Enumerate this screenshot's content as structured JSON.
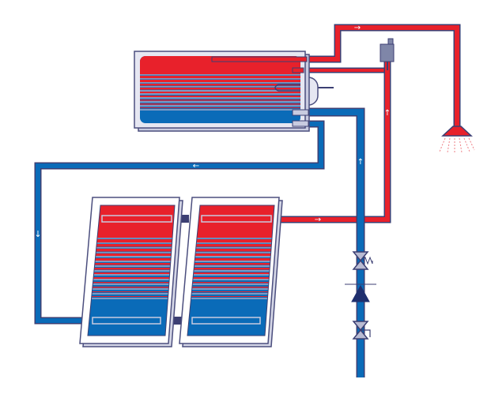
{
  "diagram": {
    "colors": {
      "hot": "#e8212b",
      "cold": "#0a6bb8",
      "outline": "#3c3f73",
      "panel_edge": "#5a5e86",
      "tank_shell": "#e6e7f2",
      "tank_shell_edge": "#4b4e7e",
      "stripe": "#7d9ac4",
      "valve_fill": "#b9bbd2",
      "pump": "#1f2f6e",
      "vent": "#7f86a8",
      "label_box": "#c8cbe0",
      "spray": "#ee7f86"
    },
    "components": [
      "storage-tank",
      "solar-collector-1",
      "solar-collector-2",
      "air-vent",
      "shower-head",
      "check-valve",
      "circulation-pump",
      "shutoff-valve"
    ],
    "flow_indicators": [
      {
        "id": "hot-outlet-arrow",
        "glyph": "→"
      },
      {
        "id": "collector-return-arrow",
        "glyph": "←"
      },
      {
        "id": "collector-drop-arrow",
        "glyph": "↓"
      },
      {
        "id": "collector-hot-arrow",
        "glyph": "→"
      },
      {
        "id": "cold-riser-arrow",
        "glyph": "↑"
      },
      {
        "id": "hot-riser-arrow",
        "glyph": "↑"
      }
    ]
  }
}
